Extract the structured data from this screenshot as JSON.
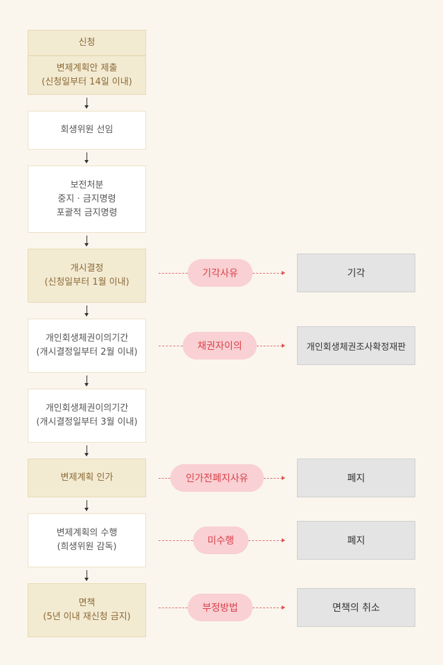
{
  "flow": [
    {
      "lines": [
        "신청"
      ],
      "lines2": [
        "변제계획안 제출",
        "(신청일부터 14일 이내)"
      ]
    },
    {
      "lines": [
        "회생위원 선임"
      ]
    },
    {
      "lines": [
        "보전처분",
        "중지 · 금지명령",
        "포괄적 금지명령"
      ]
    },
    {
      "lines": [
        "개시결정",
        "(신청일부터 1월 이내)"
      ]
    },
    {
      "lines": [
        "개인회생체권이의기간",
        "(개시결정일부터 2월 이내)"
      ]
    },
    {
      "lines": [
        "개인회생체권이의기간",
        "(개시결정일부터 3월 이내)"
      ]
    },
    {
      "lines": [
        "변제계획 인가"
      ]
    },
    {
      "lines": [
        "변제계획의 수행",
        "(희생위원 감독)"
      ]
    },
    {
      "lines": [
        "면책",
        "(5년 이내 재신청 금지)"
      ]
    }
  ],
  "branches": [
    {
      "pill": "기각사유",
      "result": "기각"
    },
    {
      "pill": "채권자이의",
      "result": "개인회생체권조사확정재판"
    },
    {
      "pill": "인가전폐지사유",
      "result": "폐지"
    },
    {
      "pill": "미수행",
      "result": "폐지"
    },
    {
      "pill": "부정방법",
      "result": "면책의 취소"
    }
  ],
  "colors": {
    "background": "#faf6ee",
    "tan_box": "#f3ead2",
    "tan_text": "#8a6a36",
    "pill_bg": "#f9d0d3",
    "pill_text": "#d9414b",
    "result_bg": "#e4e4e4"
  }
}
